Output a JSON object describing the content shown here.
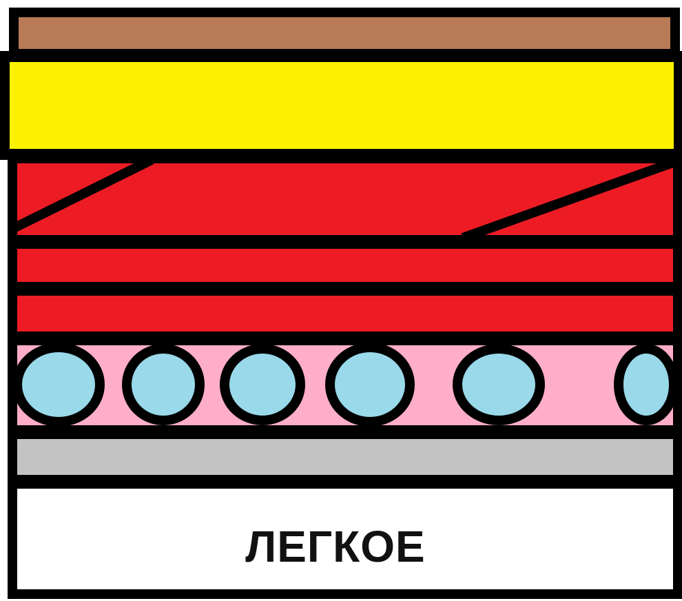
{
  "diagram": {
    "label": "ЛЕГКОЕ",
    "layers": [
      {
        "id": "top-band",
        "color": "#B97A57"
      },
      {
        "id": "yellow-band",
        "color": "#FFF200"
      },
      {
        "id": "red-diagonal-band",
        "color": "#ED1C24"
      },
      {
        "id": "red-band-1",
        "color": "#ED1C24"
      },
      {
        "id": "red-band-2",
        "color": "#ED1C24"
      },
      {
        "id": "pink-band-with-circles",
        "color": "#FFAEC9",
        "circle_color": "#99D9EA"
      },
      {
        "id": "gray-band",
        "color": "#C3C3C3"
      },
      {
        "id": "white-label-band",
        "color": "#FFFFFF"
      }
    ],
    "outline_color": "#000000"
  }
}
